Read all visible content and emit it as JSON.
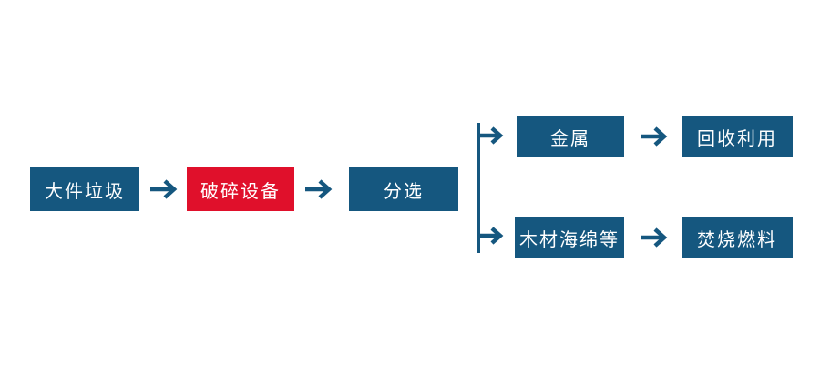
{
  "colors": {
    "blue": "#15577F",
    "red": "#E0102B",
    "text": "#FFFFFF",
    "background": "#FFFFFF"
  },
  "flowchart": {
    "nodes": {
      "bulky_waste": {
        "label": "大件垃圾",
        "color": "blue"
      },
      "crushing": {
        "label": "破碎设备",
        "color": "red"
      },
      "sorting": {
        "label": "分选",
        "color": "blue"
      },
      "metal": {
        "label": "金属",
        "color": "blue"
      },
      "recycling": {
        "label": "回收利用",
        "color": "blue"
      },
      "wood_sponge": {
        "label": "木材海绵等",
        "color": "blue"
      },
      "incineration": {
        "label": "焚烧燃料",
        "color": "blue"
      }
    },
    "edges": [
      {
        "from": "bulky_waste",
        "to": "crushing"
      },
      {
        "from": "crushing",
        "to": "sorting"
      },
      {
        "from": "sorting",
        "to": "metal"
      },
      {
        "from": "sorting",
        "to": "wood_sponge"
      },
      {
        "from": "metal",
        "to": "recycling"
      },
      {
        "from": "wood_sponge",
        "to": "incineration"
      }
    ]
  }
}
